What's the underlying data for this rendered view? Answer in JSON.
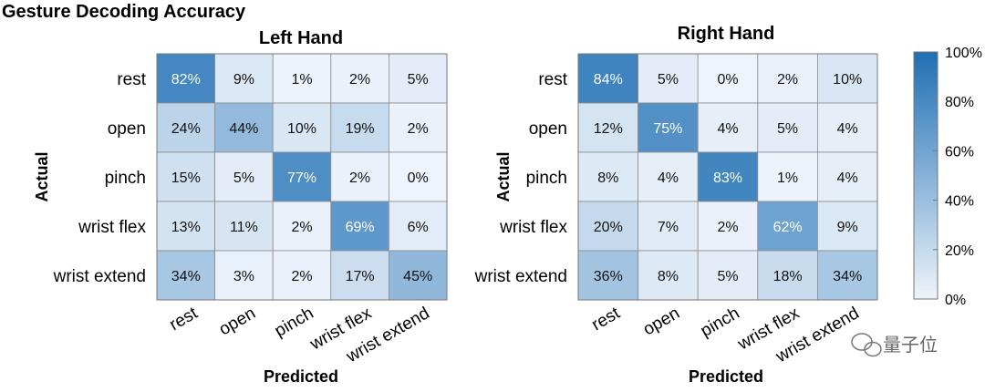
{
  "chart_data": {
    "type": "heatmap",
    "title": "Gesture Decoding Accuracy",
    "colorbar": {
      "range": [
        0,
        100
      ],
      "tick_labels": [
        "0%",
        "20%",
        "40%",
        "60%",
        "80%",
        "100%"
      ],
      "low_color": "#eef4fb",
      "high_color": "#1f6fb4"
    },
    "panels": [
      {
        "title": "Left Hand",
        "xlabel": "Predicted",
        "ylabel": "Actual",
        "rows": [
          "rest",
          "open",
          "pinch",
          "wrist flex",
          "wrist extend"
        ],
        "cols": [
          "rest",
          "open",
          "pinch",
          "wrist flex",
          "wrist extend"
        ],
        "values": [
          [
            82,
            9,
            1,
            2,
            5
          ],
          [
            24,
            44,
            10,
            19,
            2
          ],
          [
            15,
            5,
            77,
            2,
            0
          ],
          [
            13,
            11,
            2,
            69,
            6
          ],
          [
            34,
            3,
            2,
            17,
            45
          ]
        ]
      },
      {
        "title": "Right Hand",
        "xlabel": "Predicted",
        "ylabel": "Actual",
        "rows": [
          "rest",
          "open",
          "pinch",
          "wrist flex",
          "wrist extend"
        ],
        "cols": [
          "rest",
          "open",
          "pinch",
          "wrist flex",
          "wrist extend"
        ],
        "values": [
          [
            84,
            5,
            0,
            2,
            10
          ],
          [
            12,
            75,
            4,
            5,
            4
          ],
          [
            8,
            4,
            83,
            1,
            4
          ],
          [
            20,
            7,
            2,
            62,
            9
          ],
          [
            36,
            8,
            5,
            18,
            34
          ]
        ]
      }
    ]
  },
  "watermark": "量子位"
}
